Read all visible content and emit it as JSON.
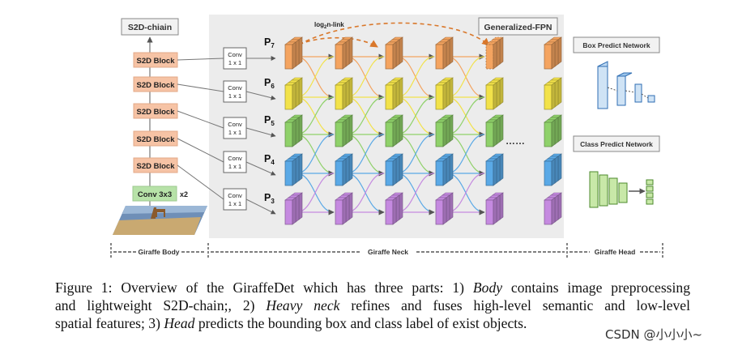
{
  "figure": {
    "body": {
      "chain_title": "S2D-chiain",
      "blocks": [
        "S2D Block",
        "S2D Block",
        "S2D Block",
        "S2D Block",
        "S2D Block"
      ],
      "stem": "Conv 3x3",
      "stem_repeat": "x2"
    },
    "neck": {
      "title": "Generalized-FPN",
      "link_label_prefix": "log",
      "link_label_sub": "2",
      "link_label_suffix": "n-link",
      "levels": [
        {
          "letter": "P",
          "sub": "7"
        },
        {
          "letter": "P",
          "sub": "6"
        },
        {
          "letter": "P",
          "sub": "5"
        },
        {
          "letter": "P",
          "sub": "4"
        },
        {
          "letter": "P",
          "sub": "3"
        }
      ],
      "conv": {
        "line1": "Conv",
        "line2": "1 x 1"
      },
      "ellipsis": "……"
    },
    "head": {
      "box_title": "Box Predict Network",
      "class_title": "Class Predict Network"
    },
    "sections": {
      "body": "Giraffe Body",
      "neck": "Giraffe Neck",
      "head": "Giraffe Head"
    },
    "colors": {
      "p7": "#f4a460",
      "p6": "#f2e24a",
      "p5": "#8fd16a",
      "p4": "#5aa9e6",
      "p3": "#c58ae0",
      "s2d": "#f6c3a5",
      "conv3": "#b7e2a8",
      "neck_bg": "#ececec",
      "link": "#d9772a"
    }
  },
  "caption": {
    "line1_a": "Figure 1: Overview of the GiraffeDet which has three parts: 1) ",
    "line1_b": "Body",
    "line1_c": " contains image preprocessing",
    "line2_a": "and lightweight S2D-chain;, 2) ",
    "line2_b": "Heavy neck",
    "line2_c": " refines and fuses high-level semantic and low-level",
    "line3_a": "spatial features; 3) ",
    "line3_b": "Head",
    "line3_c": " predicts the bounding box and class label of exist objects."
  },
  "watermark": "CSDN @小小小~"
}
